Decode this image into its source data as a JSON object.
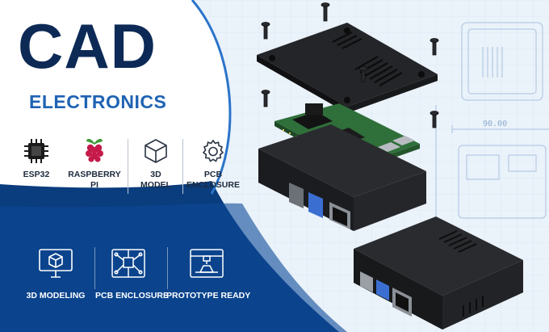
{
  "banner": {
    "title": "CAD",
    "subtitle": "ELECTRONICS"
  },
  "top_features": [
    {
      "icon": "chip-icon",
      "lines": [
        "ESP32"
      ]
    },
    {
      "icon": "raspberry-icon",
      "lines": [
        "RASPBERRY PI"
      ]
    },
    {
      "icon": "cube-icon",
      "lines": [
        "3D",
        "MODEL"
      ]
    },
    {
      "icon": "gear-icon",
      "lines": [
        "PCB",
        "ENCLOSURE"
      ]
    }
  ],
  "bottom_features": [
    {
      "icon": "monitor-cube-icon",
      "label": "3D MODELING"
    },
    {
      "icon": "circuit-board-icon",
      "label": "PCB ENCLOSURE"
    },
    {
      "icon": "3d-printer-icon",
      "label": "PROTOTYPE READY"
    }
  ],
  "blueprint": {
    "dimension_label": "90.00"
  },
  "colors": {
    "navy": "#0d2a56",
    "accent_blue": "#1f63b3",
    "deep_blue": "#0a3d7e",
    "enclosure_black": "#1d1e21",
    "pcb_green": "#2f6f3a"
  }
}
